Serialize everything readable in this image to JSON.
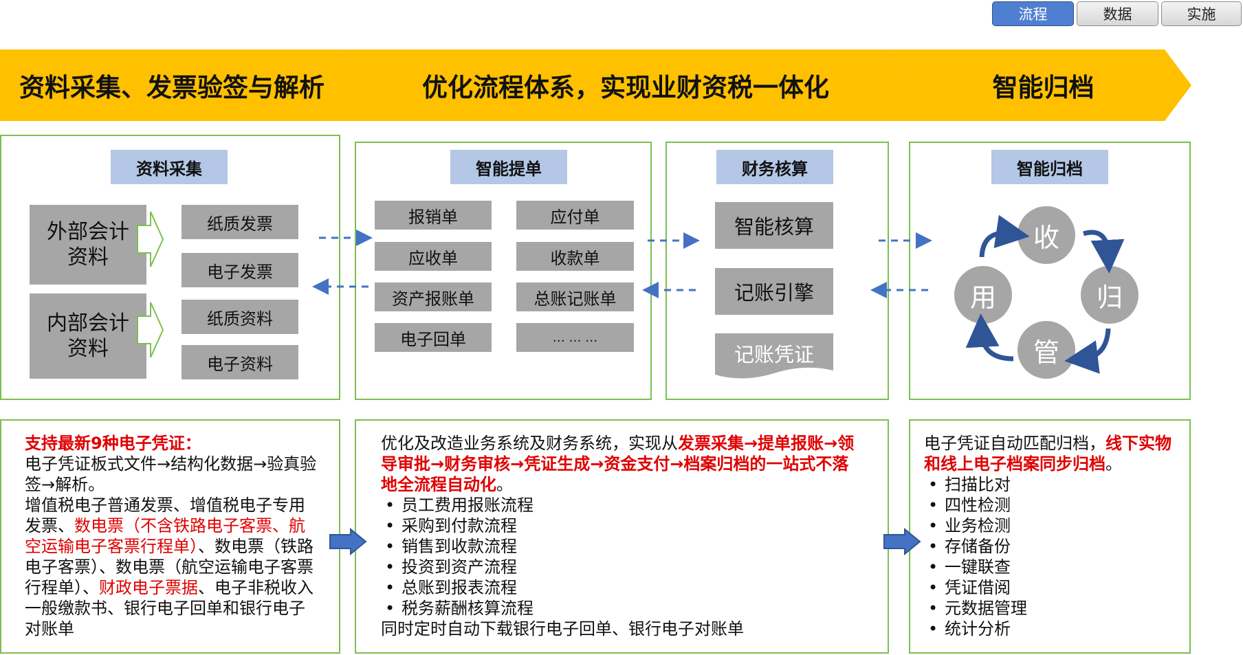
{
  "tabs": [
    {
      "label": "流程",
      "active": true
    },
    {
      "label": "数据",
      "active": false
    },
    {
      "label": "实施",
      "active": false
    }
  ],
  "colors": {
    "banner": "#ffc000",
    "panel_border": "#7cbf4f",
    "title_fill": "#b4c7e7",
    "box_fill": "#a6a6a6",
    "arrow_blue": "#4472c4",
    "accent_red": "#e00000",
    "tab_active": "#4f7fd0"
  },
  "banner": {
    "stage1": "资料采集、发票验签与解析",
    "stage2": "优化流程体系，实现业财资税一体化",
    "stage3": "智能归档"
  },
  "panel1": {
    "title": "资料采集",
    "sources": [
      "外部会计资料",
      "内部会计资料"
    ],
    "items": [
      "纸质发票",
      "电子发票",
      "纸质资料",
      "电子资料"
    ]
  },
  "panel2": {
    "title": "智能提单",
    "items": [
      "报销单",
      "应付单",
      "应收单",
      "收款单",
      "资产报账单",
      "总账记账单",
      "电子回单",
      "… … …"
    ]
  },
  "panel3": {
    "title": "财务核算",
    "items": [
      "智能核算",
      "记账引擎",
      "记账凭证"
    ]
  },
  "panel4": {
    "title": "智能归档",
    "cycle": [
      "收",
      "归",
      "管",
      "用"
    ]
  },
  "desc1": {
    "heading": "支持最新9种电子凭证：",
    "line1": "电子凭证板式文件→结构化数据→验真验签→解析。",
    "p2a": "增值税电子普通发票、增值税电子专用发票、",
    "p2b": "数电票（不含铁路电子客票、航空运输电子客票行程单）",
    "p2c": "、数电票（铁路电子客票）、数电票（航空运输电子客票行程单）、",
    "p2d": "财政电子票据",
    "p2e": "、电子非税收入一般缴款书、银行电子回单和银行电子对账单"
  },
  "desc2": {
    "intro": "优化及改造业务系统及财务系统，实现从",
    "highlight": "发票采集→提单报账→领导审批→财务审核→凭证生成→资金支付→档案归档的一站式不落地全流程自动化",
    "end": "。",
    "bullets": [
      "员工费用报账流程",
      "采购到付款流程",
      "销售到收款流程",
      "投资到资产流程",
      "总账到报表流程",
      "税务薪酬核算流程"
    ],
    "footer": "同时定时自动下载银行电子回单、银行电子对账单"
  },
  "desc3": {
    "intro": "电子凭证自动匹配归档，",
    "highlight": "线下实物和线上电子档案同步归档",
    "end": "。",
    "bullets": [
      "扫描比对",
      "四性检测",
      "业务检测",
      "存储备份",
      "一键联查",
      "凭证借阅",
      "元数据管理",
      "统计分析"
    ]
  }
}
